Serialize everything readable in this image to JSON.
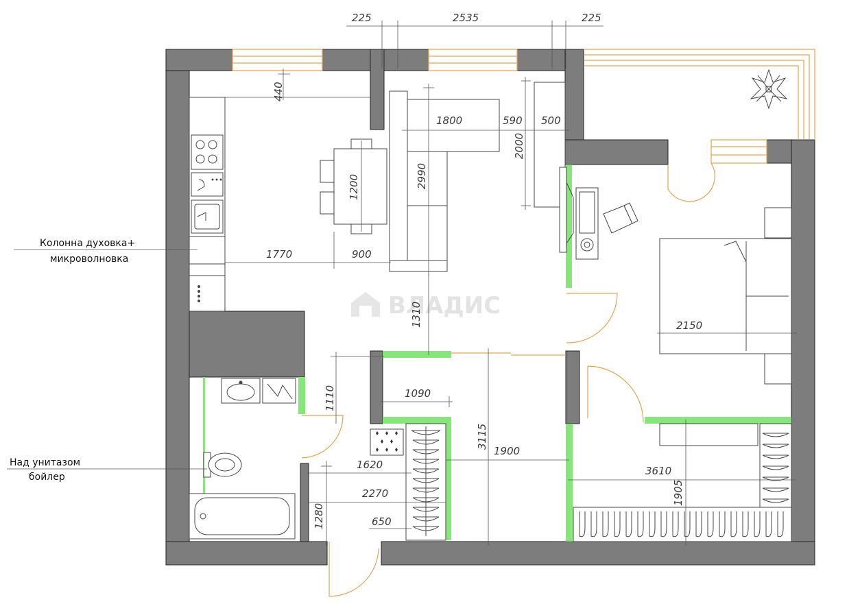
{
  "colors": {
    "wall": "#7d7d7d",
    "new_partition": "#86e67a",
    "window_and_door": "#e7a24a",
    "dimension_line": "#555555",
    "furniture": "#444444"
  },
  "dimensions": {
    "d225_left": "225",
    "d2535": "2535",
    "d225_right": "225",
    "d440": "440",
    "d1800": "1800",
    "d590": "590",
    "d500": "500",
    "d2000": "2000",
    "d2990": "2990",
    "d1200": "1200",
    "d1770": "1770",
    "d900": "900",
    "d1310": "1310",
    "d2150": "2150",
    "d1110": "1110",
    "d1090": "1090",
    "d3115": "3115",
    "d1900": "1900",
    "d1620": "1620",
    "d2270": "2270",
    "d650": "650",
    "d1280": "1280",
    "d3610": "3610",
    "d1905": "1905"
  },
  "notes": {
    "oven_line1": "Колонна духовка+",
    "oven_line2": "микроволновка",
    "boiler_line1": "Над унитазом",
    "boiler_line2": "бойлер"
  },
  "watermark": "ВЛАДИС",
  "icons": [
    "plant-icon",
    "office-chair-icon",
    "house-logo-icon"
  ]
}
